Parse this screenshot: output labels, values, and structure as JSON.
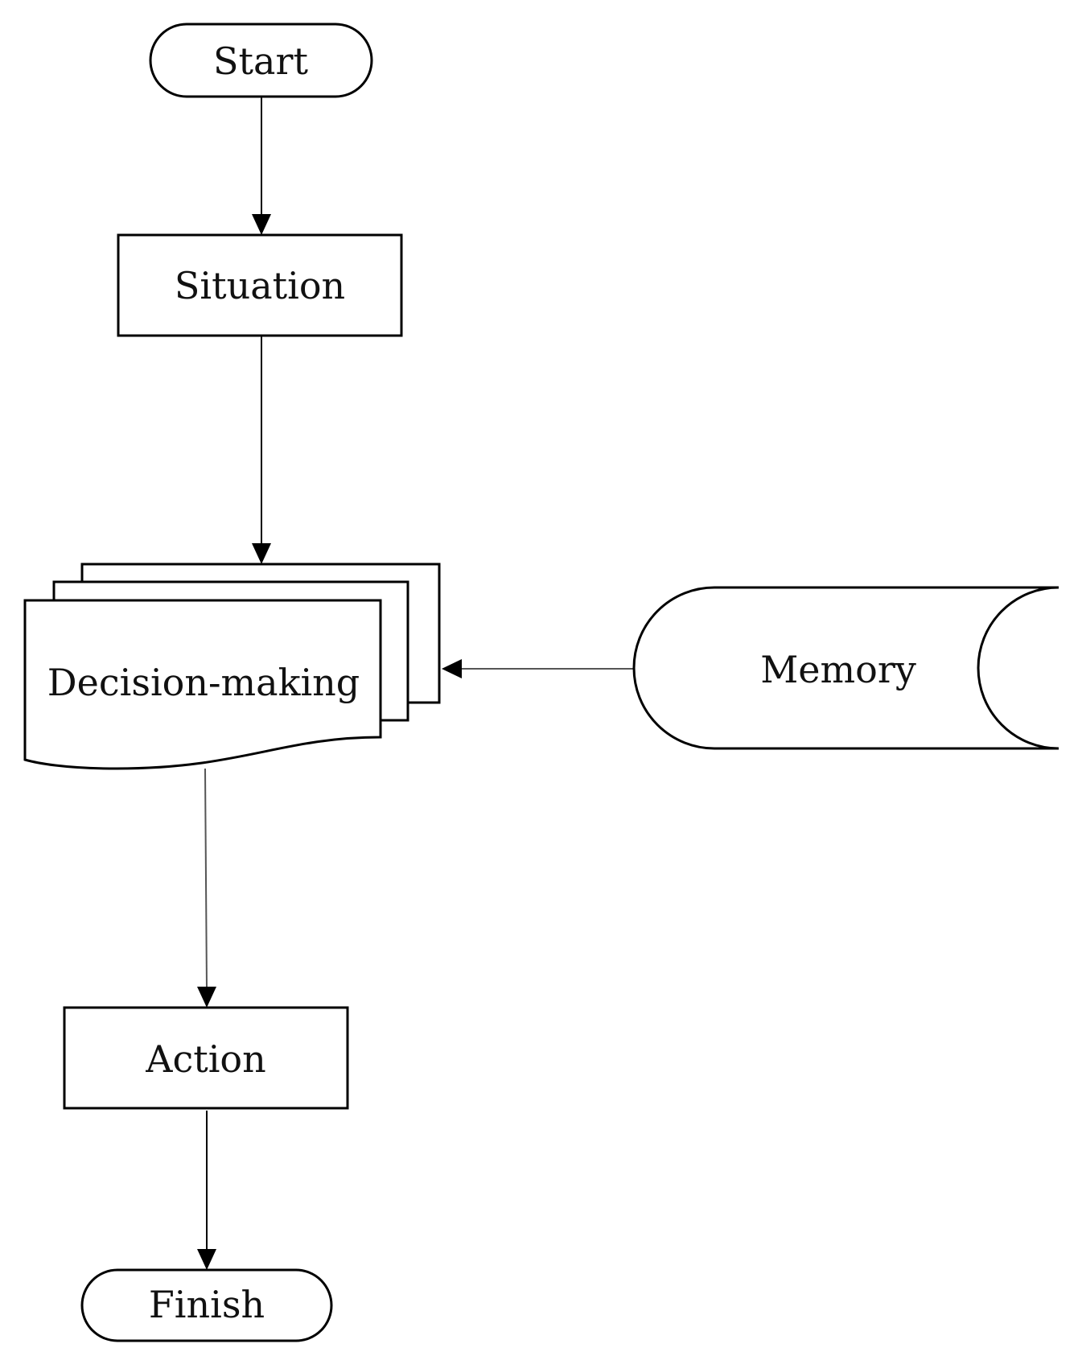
{
  "diagram": {
    "nodes": {
      "start": {
        "label": "Start",
        "shape": "terminator"
      },
      "situation": {
        "label": "Situation",
        "shape": "process"
      },
      "decision_making": {
        "label": "Decision-making",
        "shape": "multi-document"
      },
      "memory": {
        "label": "Memory",
        "shape": "stored-data"
      },
      "action": {
        "label": "Action",
        "shape": "process"
      },
      "finish": {
        "label": "Finish",
        "shape": "terminator"
      }
    },
    "edges": [
      {
        "from": "Start",
        "to": "Situation"
      },
      {
        "from": "Situation",
        "to": "Decision-making"
      },
      {
        "from": "Memory",
        "to": "Decision-making"
      },
      {
        "from": "Decision-making",
        "to": "Action"
      },
      {
        "from": "Action",
        "to": "Finish"
      }
    ],
    "colors": {
      "stroke": "#000000",
      "fill": "#ffffff",
      "text": "#111111"
    }
  }
}
